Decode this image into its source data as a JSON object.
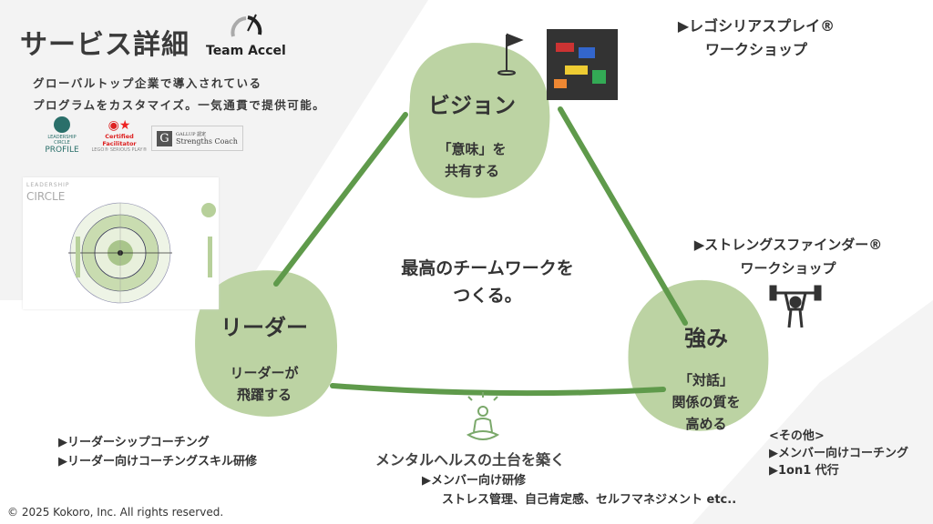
{
  "header": {
    "title": "サービス詳細",
    "brand": "Team Accel",
    "subtitle_lines": [
      "グローバルトップ企業で導入されている",
      "プログラムをカスタマイズ。一気通貫で提供可能。"
    ]
  },
  "logos": [
    {
      "name": "leadership-circle",
      "lines": [
        "LEADERSHIP CIRCLE",
        "PROFILE"
      ]
    },
    {
      "name": "lego-serious-play",
      "lines": [
        "Certified Facilitator",
        "LEGO® SERIOUS PLAY®"
      ]
    },
    {
      "name": "gallup",
      "lines": [
        "GALLUP 認定",
        "Strengths Coach"
      ]
    }
  ],
  "report_image": {
    "lines": [
      "LEADERSHIP",
      "CIRCLE"
    ]
  },
  "center_text": [
    "最高のチームワークを",
    "つくる。"
  ],
  "vision": {
    "title": "ビジョン",
    "text": [
      "「意味」を",
      "共有する"
    ],
    "service": [
      "▶レゴシリアスプレイ®",
      "ワークショップ"
    ]
  },
  "leader": {
    "title": "リーダー",
    "text": [
      "リーダーが",
      "飛躍する"
    ],
    "services": [
      "▶リーダーシップコーチング",
      "▶リーダー向けコーチングスキル研修"
    ]
  },
  "strength": {
    "title": "強み",
    "text": [
      "「対話」",
      "関係の質を",
      "高める"
    ],
    "service": [
      "▶ストレングスファインダー®",
      "ワークショップ"
    ]
  },
  "mental": {
    "title": "メンタルヘルスの土台を築く",
    "service": "▶メンバー向け研修",
    "detail": "ストレス管理、自己肯定感、セルフマネジメント etc.."
  },
  "other": {
    "heading": "<その他>",
    "items": [
      "▶メンバー向けコーチング",
      "▶1on1 代行"
    ]
  },
  "footer": "© 2025 Kokoro, Inc. All rights reserved.",
  "colors": {
    "blob": "#bcd3a3",
    "line": "#5f9a4b",
    "icon_green": "#7aa86a"
  }
}
